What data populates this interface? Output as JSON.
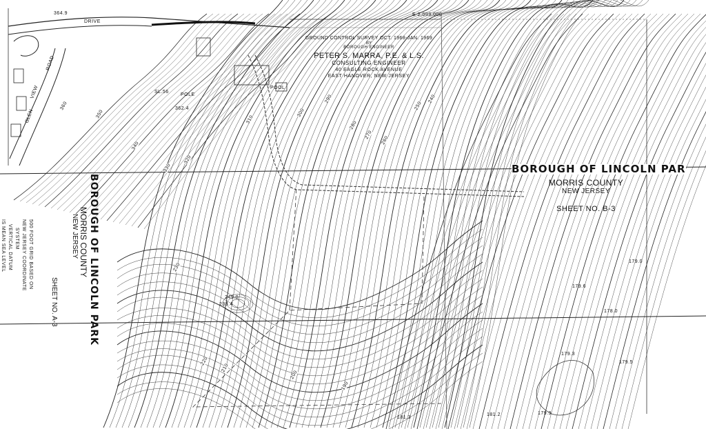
{
  "top_labels": {
    "coord": "E 2,093,000",
    "elev_tl": "364.9",
    "drive": "DRIVE",
    "road": "ROAD",
    "view": "VIEW",
    "glen": "GLEN",
    "sl": "SL.56",
    "pole": "POLE",
    "elev_pole": "362.4",
    "pool": "POOL"
  },
  "survey_block": {
    "line1": "GROUND CONTROL SURVEY OCT. 1968-JAN. 1969",
    "line2": "BY",
    "line3": "BOROUGH ENGINEER",
    "line4": "PETER S. MARRA, P.E. & L.S.",
    "line5": "CONSULTING ENGINEER",
    "line6": "40 EAGLE ROCK AVENUE",
    "line7": "EAST HANOVER, NEW JERSEY"
  },
  "sheet_b": {
    "title": "BOROUGH OF LINCOLN PAR",
    "county": "MORRIS COUNTY",
    "state": "NEW JERSEY",
    "sheet": "SHEET NO. B-3"
  },
  "sheet_a": {
    "title": "BOROUGH OF LINCOLN PARK",
    "county": "MORRIS COUNTY",
    "state": "NEW JERSEY",
    "sheet": "SHEET NO. A-3",
    "note1": "500 FOOT GRID BASED ON",
    "note2": "NEW JERSEY COORDINATE",
    "note3": "SYSTEM",
    "note4": "VERTICAL DATUM",
    "note5": "IS MEAN SEA LEVEL"
  },
  "contour_labels": [
    "360",
    "350",
    "340",
    "330",
    "320",
    "310",
    "300",
    "290",
    "280",
    "270",
    "260",
    "250",
    "240",
    "230",
    "220",
    "210",
    "200",
    "190"
  ],
  "spot_elevations": {
    "s1": "249.0",
    "s2": "233.4",
    "s3": "179.0",
    "s4": "179.6",
    "s5": "178.0",
    "s6": "179.3",
    "s7": "179.5",
    "s8": "179.9",
    "s9": "181.2",
    "s10": "181.3"
  }
}
